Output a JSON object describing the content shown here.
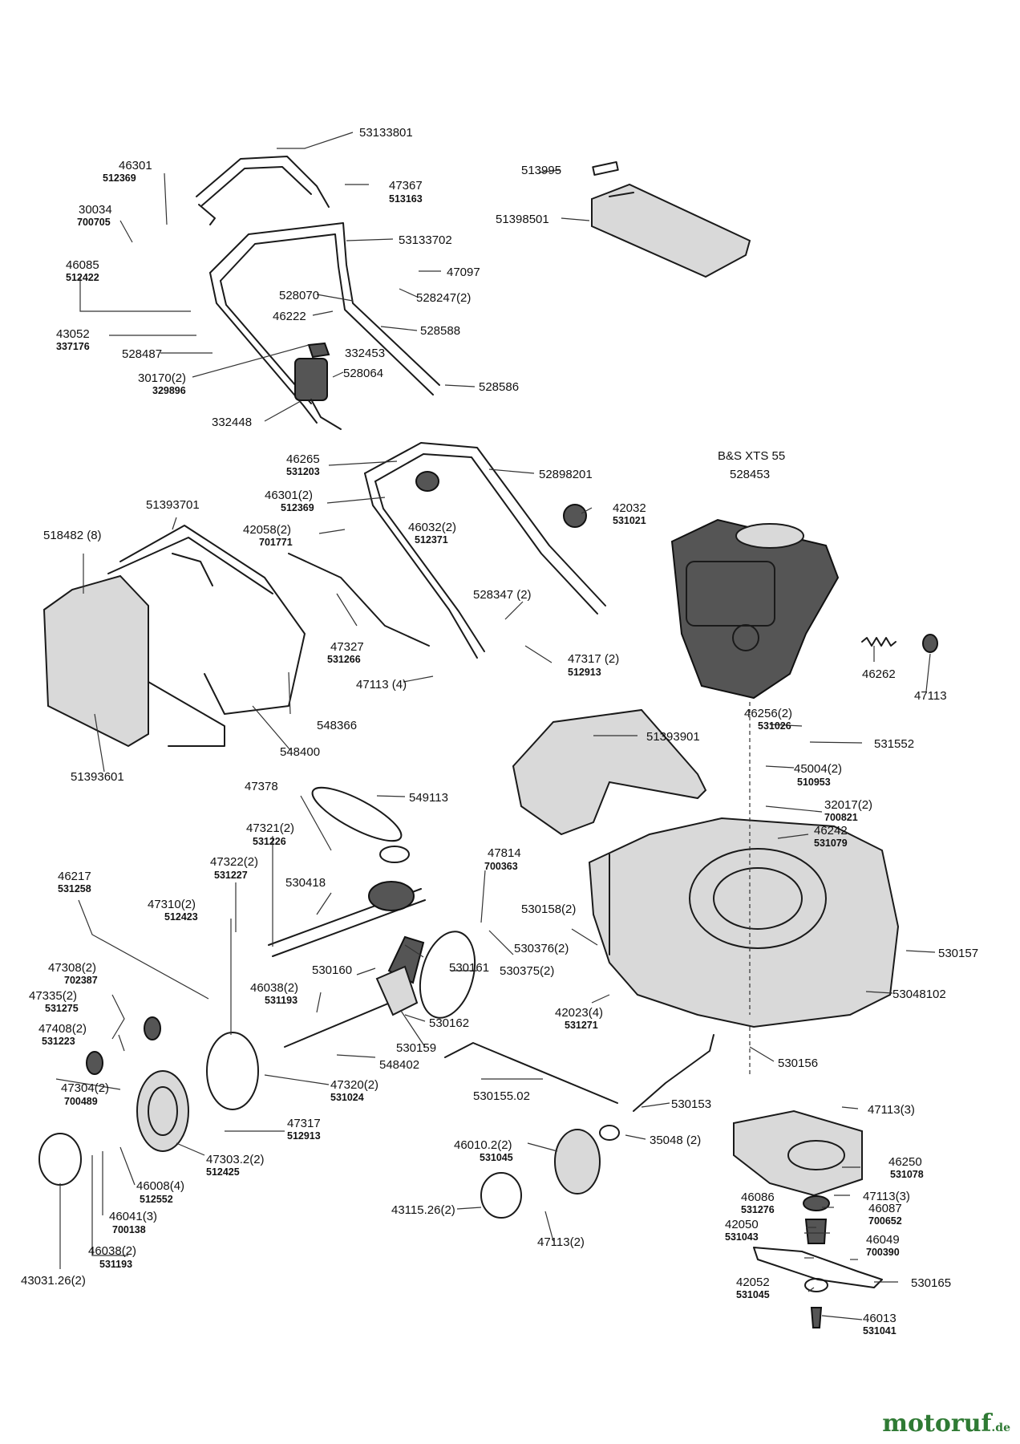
{
  "header_labels": {
    "engine_model": "B&S XTS 55"
  },
  "callouts": [
    {
      "id": "c01",
      "number": "53133801",
      "sub": ""
    },
    {
      "id": "c02",
      "number": "46301",
      "sub": "512369"
    },
    {
      "id": "c03",
      "number": "47367",
      "sub": "513163"
    },
    {
      "id": "c04",
      "number": "30034",
      "sub": "700705"
    },
    {
      "id": "c05",
      "number": "53133702",
      "sub": ""
    },
    {
      "id": "c06",
      "number": "46085",
      "sub": "512422"
    },
    {
      "id": "c07",
      "number": "47097",
      "sub": ""
    },
    {
      "id": "c08",
      "number": "528070",
      "sub": ""
    },
    {
      "id": "c09",
      "number": "528247(2)",
      "sub": ""
    },
    {
      "id": "c10",
      "number": "46222",
      "sub": ""
    },
    {
      "id": "c11",
      "number": "43052",
      "sub": "337176"
    },
    {
      "id": "c12",
      "number": "528588",
      "sub": ""
    },
    {
      "id": "c13",
      "number": "528487",
      "sub": ""
    },
    {
      "id": "c14",
      "number": "332453",
      "sub": ""
    },
    {
      "id": "c15",
      "number": "30170(2)",
      "sub": "329896"
    },
    {
      "id": "c16",
      "number": "528064",
      "sub": ""
    },
    {
      "id": "c17",
      "number": "528586",
      "sub": ""
    },
    {
      "id": "c18",
      "number": "332448",
      "sub": ""
    },
    {
      "id": "c19",
      "number": "513995",
      "sub": ""
    },
    {
      "id": "c20",
      "number": "51398501",
      "sub": ""
    },
    {
      "id": "c21",
      "number": "46265",
      "sub": "531203"
    },
    {
      "id": "c22",
      "number": "52898201",
      "sub": ""
    },
    {
      "id": "c23",
      "number": "46301(2)",
      "sub": "512369"
    },
    {
      "id": "c24",
      "number": "46032(2)",
      "sub": "512371"
    },
    {
      "id": "c25",
      "number": "42032",
      "sub": "531021"
    },
    {
      "id": "c26",
      "number": "42058(2)",
      "sub": "701771"
    },
    {
      "id": "c27",
      "number": "51393701",
      "sub": ""
    },
    {
      "id": "c28",
      "number": "518482 (8)",
      "sub": ""
    },
    {
      "id": "c29",
      "number": "528347 (2)",
      "sub": ""
    },
    {
      "id": "c30",
      "number": "47327",
      "sub": "531266"
    },
    {
      "id": "c31",
      "number": "47317 (2)",
      "sub": "512913"
    },
    {
      "id": "c32",
      "number": "47113 (4)",
      "sub": ""
    },
    {
      "id": "c33",
      "number": "46262",
      "sub": ""
    },
    {
      "id": "c34",
      "number": "47113",
      "sub": ""
    },
    {
      "id": "c35",
      "number": "528453",
      "sub": ""
    },
    {
      "id": "c36",
      "number": "548366",
      "sub": ""
    },
    {
      "id": "c37",
      "number": "548400",
      "sub": ""
    },
    {
      "id": "c38",
      "number": "51393601",
      "sub": ""
    },
    {
      "id": "c39",
      "number": "46256(2)",
      "sub": "531026"
    },
    {
      "id": "c40",
      "number": "51393901",
      "sub": ""
    },
    {
      "id": "c41",
      "number": "531552",
      "sub": ""
    },
    {
      "id": "c42",
      "number": "45004(2)",
      "sub": "510953"
    },
    {
      "id": "c43",
      "number": "47378",
      "sub": ""
    },
    {
      "id": "c44",
      "number": "549113",
      "sub": ""
    },
    {
      "id": "c45",
      "number": "32017(2)",
      "sub": "700821"
    },
    {
      "id": "c46",
      "number": "46242",
      "sub": "531079"
    },
    {
      "id": "c47",
      "number": "47321(2)",
      "sub": "531226"
    },
    {
      "id": "c48",
      "number": "47322(2)",
      "sub": "531227"
    },
    {
      "id": "c49",
      "number": "47814",
      "sub": "700363"
    },
    {
      "id": "c50",
      "number": "46217",
      "sub": "531258"
    },
    {
      "id": "c51",
      "number": "530418",
      "sub": ""
    },
    {
      "id": "c52",
      "number": "47310(2)",
      "sub": "512423"
    },
    {
      "id": "c53",
      "number": "530161",
      "sub": ""
    },
    {
      "id": "c54",
      "number": "530158(2)",
      "sub": ""
    },
    {
      "id": "c55",
      "number": "530376(2)",
      "sub": ""
    },
    {
      "id": "c56",
      "number": "530157",
      "sub": ""
    },
    {
      "id": "c57",
      "number": "47308(2)",
      "sub": "702387"
    },
    {
      "id": "c58",
      "number": "530160",
      "sub": ""
    },
    {
      "id": "c59",
      "number": "530375(2)",
      "sub": ""
    },
    {
      "id": "c60",
      "number": "47335(2)",
      "sub": "531275"
    },
    {
      "id": "c61",
      "number": "46038(2)",
      "sub": "531193"
    },
    {
      "id": "c62",
      "number": "53048102",
      "sub": ""
    },
    {
      "id": "c63",
      "number": "47408(2)",
      "sub": "531223"
    },
    {
      "id": "c64",
      "number": "42023(4)",
      "sub": "531271"
    },
    {
      "id": "c65",
      "number": "530162",
      "sub": ""
    },
    {
      "id": "c66",
      "number": "530159",
      "sub": ""
    },
    {
      "id": "c67",
      "number": "530156",
      "sub": ""
    },
    {
      "id": "c68",
      "number": "548402",
      "sub": ""
    },
    {
      "id": "c69",
      "number": "47304(2)",
      "sub": "700489"
    },
    {
      "id": "c70",
      "number": "47320(2)",
      "sub": "531024"
    },
    {
      "id": "c71",
      "number": "530155.02",
      "sub": ""
    },
    {
      "id": "c72",
      "number": "530153",
      "sub": ""
    },
    {
      "id": "c73",
      "number": "47113(3)",
      "sub": ""
    },
    {
      "id": "c74",
      "number": "47317",
      "sub": "512913"
    },
    {
      "id": "c75",
      "number": "46010.2(2)",
      "sub": "531045"
    },
    {
      "id": "c76",
      "number": "35048 (2)",
      "sub": ""
    },
    {
      "id": "c77",
      "number": "47303.2(2)",
      "sub": "512425"
    },
    {
      "id": "c78",
      "number": "46250",
      "sub": "531078"
    },
    {
      "id": "c79",
      "number": "46008(4)",
      "sub": "512552"
    },
    {
      "id": "c80",
      "number": "46086",
      "sub": "531276"
    },
    {
      "id": "c81",
      "number": "47113(3)",
      "sub": ""
    },
    {
      "id": "c82",
      "number": "43115.26(2)",
      "sub": ""
    },
    {
      "id": "c83",
      "number": "46087",
      "sub": "700652"
    },
    {
      "id": "c84",
      "number": "46041(3)",
      "sub": "700138"
    },
    {
      "id": "c85",
      "number": "47113(2)",
      "sub": ""
    },
    {
      "id": "c86",
      "number": "42050",
      "sub": "531043"
    },
    {
      "id": "c87",
      "number": "46049",
      "sub": "700390"
    },
    {
      "id": "c88",
      "number": "46038(2)",
      "sub": "531193"
    },
    {
      "id": "c89",
      "number": "530165",
      "sub": ""
    },
    {
      "id": "c90",
      "number": "42052",
      "sub": "531045"
    },
    {
      "id": "c91",
      "number": "43031.26(2)",
      "sub": ""
    },
    {
      "id": "c92",
      "number": "46013",
      "sub": "531041"
    }
  ],
  "watermark": {
    "brand": "motoruf",
    "tld": ".de"
  }
}
